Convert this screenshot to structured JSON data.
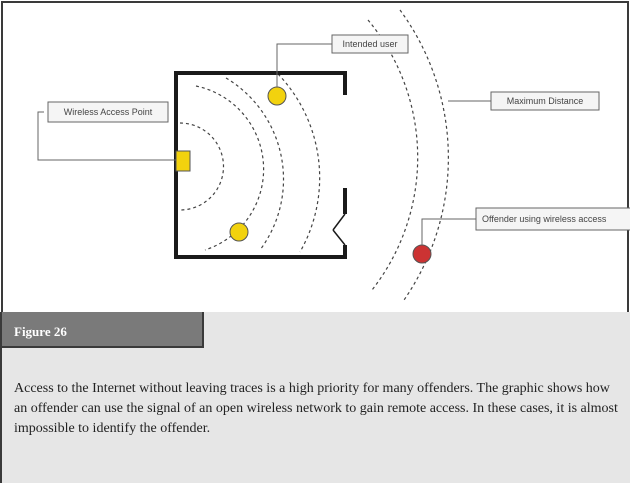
{
  "diagram": {
    "labels": {
      "access_point": "Wireless Access Point",
      "intended_user": "Intended user",
      "max_distance": "Maximum Distance",
      "offender": "Offender using wireless access"
    },
    "colors": {
      "device_yellow": "#f2d20e",
      "offender_red": "#cc3333",
      "wall": "#1a1a1a",
      "wave": "#444444"
    }
  },
  "caption": {
    "figure_label": "Figure 26",
    "text": "Access to the Internet without leaving traces is a high priority for many offenders. The graphic shows how an offender can use the signal of an open wireless network to gain remote access. In these cases, it is almost impossible to identify the offender."
  }
}
